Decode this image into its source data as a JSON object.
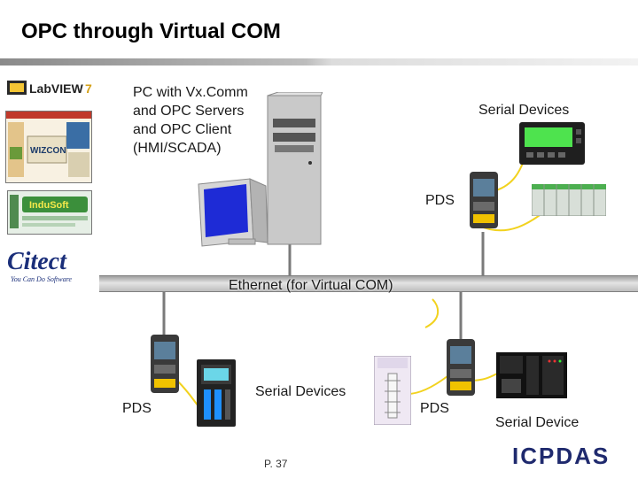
{
  "title": "OPC through Virtual COM",
  "pc_label": [
    "PC with Vx.Comm",
    "and OPC Servers",
    "and OPC Client",
    "(HMI/SCADA)"
  ],
  "labels": {
    "serial_devices_top": "Serial Devices",
    "pds_top": "PDS",
    "ethernet": "Ethernet (for Virtual COM)",
    "pds_left": "PDS",
    "serial_devices_mid": "Serial Devices",
    "pds_right": "PDS",
    "serial_device_right": "Serial Device"
  },
  "logos": {
    "labview": "LabVIEW",
    "labview_version": "7",
    "wizcon": "WIZCON",
    "indusoft": "InduSoft",
    "citect": "Citect",
    "citect_tagline": "You Can Do Software"
  },
  "page_number": "P. 37",
  "brand": "ICPDAS"
}
